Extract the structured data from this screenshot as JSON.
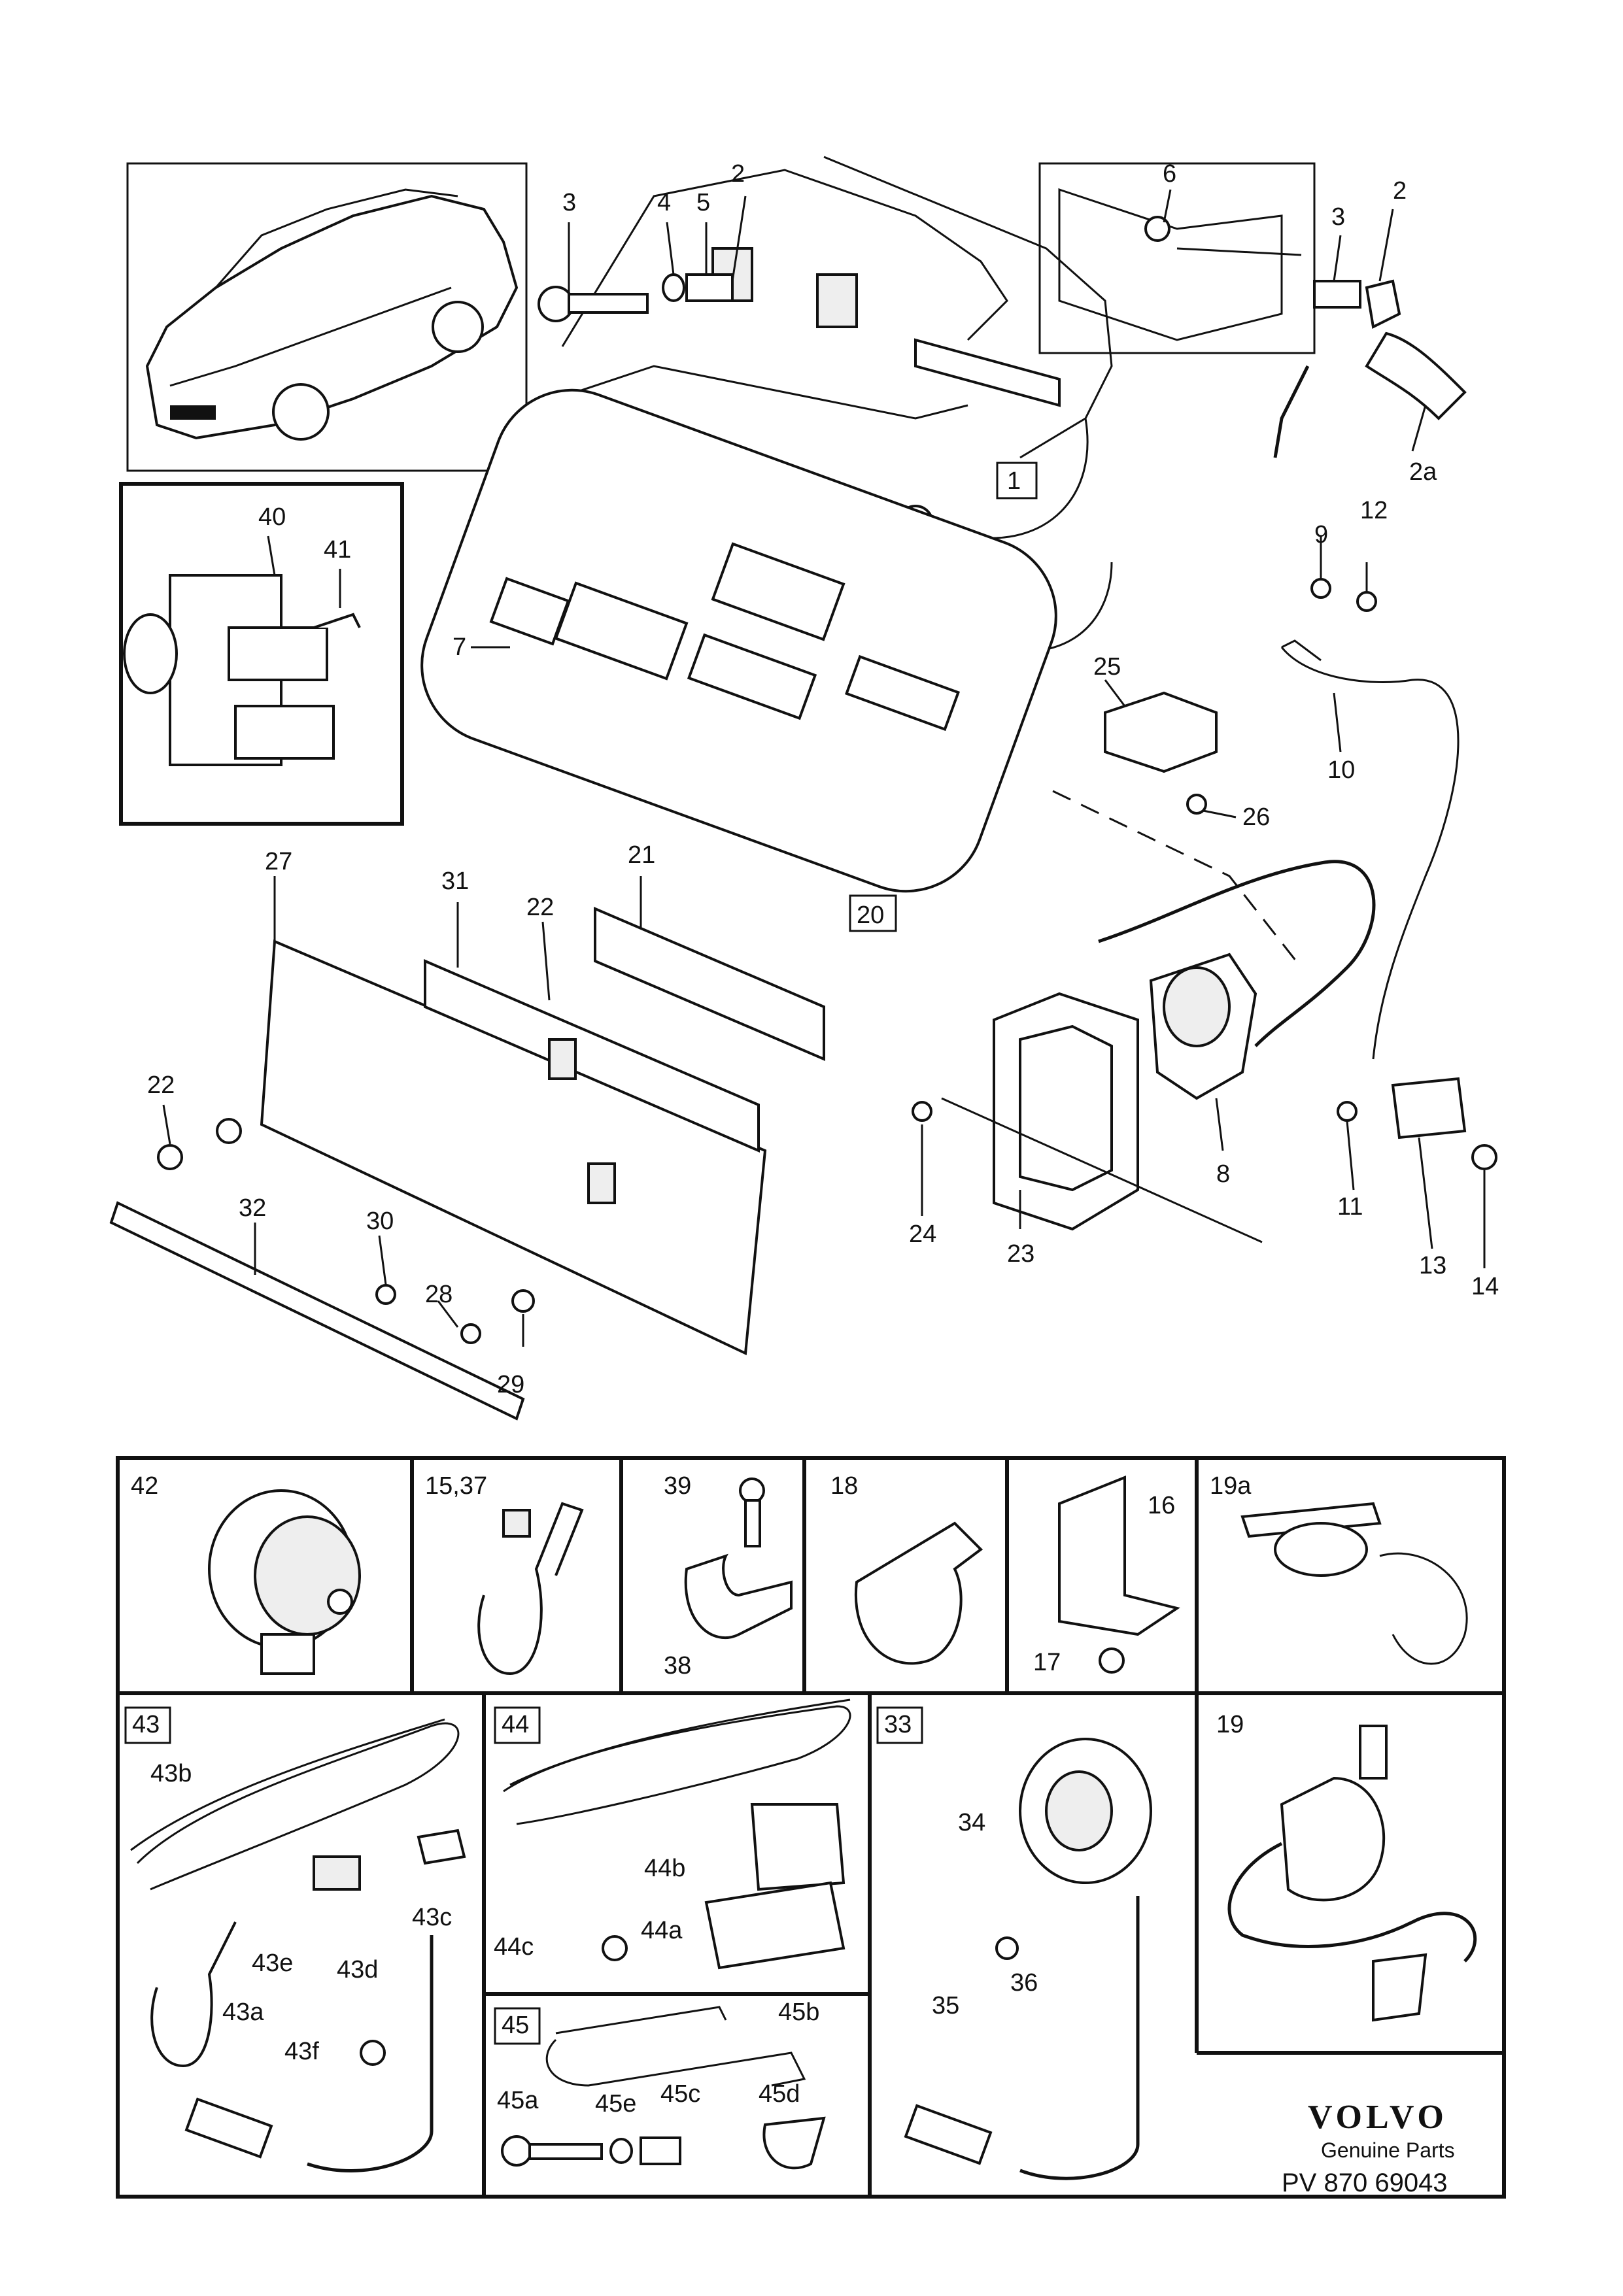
{
  "callouts": [
    "1",
    "2",
    "3",
    "4",
    "5",
    "6",
    "3",
    "2",
    "2a",
    "40",
    "41",
    "12",
    "9",
    "7",
    "25",
    "10",
    "26",
    "27",
    "31",
    "21",
    "22",
    "20",
    "22",
    "8",
    "11",
    "24",
    "23",
    "13",
    "14",
    "32",
    "30",
    "28",
    "29",
    "42",
    "15,37",
    "39",
    "18",
    "16",
    "19a",
    "38",
    "17",
    "43",
    "44",
    "33",
    "19",
    "43b",
    "44b",
    "34",
    "43c",
    "43e",
    "43d",
    "44c",
    "44a",
    "36",
    "43a",
    "43f",
    "45",
    "45b",
    "35",
    "45a",
    "45e",
    "45c",
    "45d"
  ],
  "brand": {
    "logo": "VOLVO",
    "tagline": "Genuine Parts",
    "code": "PV 870 69043"
  }
}
